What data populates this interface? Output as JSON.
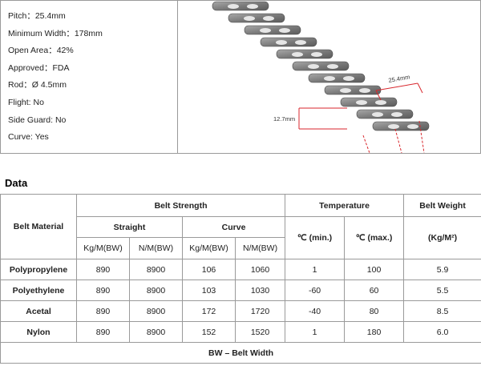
{
  "specs": [
    "Pitch：25.4mm",
    "Minimum Width：178mm",
    "Open Area：42%",
    "Approved：FDA",
    "Rod：Ø 4.5mm",
    "Flight: No",
    "Side Guard: No",
    "Curve: Yes"
  ],
  "illustration": {
    "dim_pitch": "25.4mm",
    "dim_height": "12.7mm",
    "dim_color": "#d8262c",
    "belt_color": "#7b7b7b"
  },
  "section_title": "Data",
  "table": {
    "col_material": "Belt Material",
    "group_strength": "Belt Strength",
    "group_temperature": "Temperature",
    "group_weight": "Belt Weight",
    "sub_straight": "Straight",
    "sub_curve": "Curve",
    "unit_kg": "Kg/M(BW)",
    "unit_n": "N/M(BW)",
    "temp_min": "℃ (min.)",
    "temp_max": "℃ (max.)",
    "weight_unit": "(Kg/M²)",
    "rows": [
      {
        "material": "Polypropylene",
        "s_kg": "890",
        "s_n": "8900",
        "c_kg": "106",
        "c_n": "1060",
        "t_min": "1",
        "t_max": "100",
        "weight": "5.9"
      },
      {
        "material": "Polyethylene",
        "s_kg": "890",
        "s_n": "8900",
        "c_kg": "103",
        "c_n": "1030",
        "t_min": "-60",
        "t_max": "60",
        "weight": "5.5"
      },
      {
        "material": "Acetal",
        "s_kg": "890",
        "s_n": "8900",
        "c_kg": "172",
        "c_n": "1720",
        "t_min": "-40",
        "t_max": "80",
        "weight": "8.5"
      },
      {
        "material": "Nylon",
        "s_kg": "890",
        "s_n": "8900",
        "c_kg": "152",
        "c_n": "1520",
        "t_min": "1",
        "t_max": "180",
        "weight": "6.0"
      }
    ],
    "footnote": "BW – Belt Width"
  }
}
